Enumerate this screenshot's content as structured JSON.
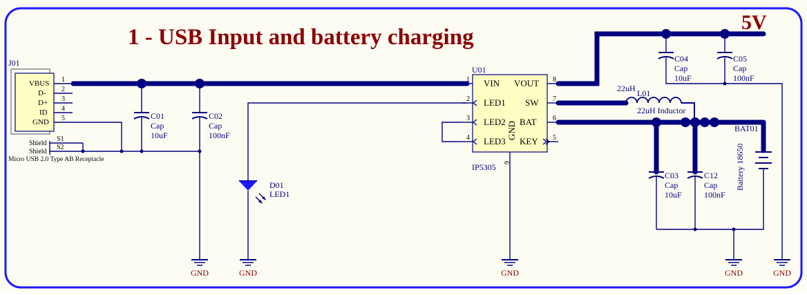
{
  "sheet": {
    "title": "1 - USB Input and battery charging",
    "net_label": "5V",
    "gnd_label": "GND"
  },
  "usb": {
    "designator": "J01",
    "description": "Micro USB 2.0 Type AB Receptacle",
    "pins": [
      {
        "name": "VBUS",
        "num": "1"
      },
      {
        "name": "D-",
        "num": "2"
      },
      {
        "name": "D+",
        "num": "3"
      },
      {
        "name": "ID",
        "num": "4"
      },
      {
        "name": "GND",
        "num": "5"
      }
    ],
    "shield_pins": [
      {
        "name": "Shield",
        "num": "S1"
      },
      {
        "name": "Shield",
        "num": "S2"
      }
    ]
  },
  "ic": {
    "designator": "U01",
    "part": "IP5305",
    "gnd_pin": "GND",
    "gnd_num": "9",
    "left_pins": [
      {
        "name": "VIN",
        "num": "1"
      },
      {
        "name": "LED1",
        "num": "2"
      },
      {
        "name": "LED2",
        "num": "3"
      },
      {
        "name": "LED3",
        "num": "4"
      }
    ],
    "right_pins": [
      {
        "name": "VOUT",
        "num": "8"
      },
      {
        "name": "SW",
        "num": "7"
      },
      {
        "name": "BAT",
        "num": "6"
      },
      {
        "name": "KEY",
        "num": "5"
      }
    ]
  },
  "capacitors": [
    {
      "ref": "C01",
      "type": "Cap",
      "value": "10uF"
    },
    {
      "ref": "C02",
      "type": "Cap",
      "value": "100nF"
    },
    {
      "ref": "C03",
      "type": "Cap",
      "value": "10uF"
    },
    {
      "ref": "C12",
      "type": "Cap",
      "value": "100nF"
    },
    {
      "ref": "C04",
      "type": "Cap",
      "value": "10uF"
    },
    {
      "ref": "C05",
      "type": "Cap",
      "value": "100nF"
    }
  ],
  "led": {
    "ref": "D01",
    "value": "LED1"
  },
  "inductor": {
    "ref": "L01",
    "value": "22uH",
    "description": "22uH Inductor"
  },
  "battery": {
    "ref": "BAT01",
    "value": "Battery 18650"
  }
}
